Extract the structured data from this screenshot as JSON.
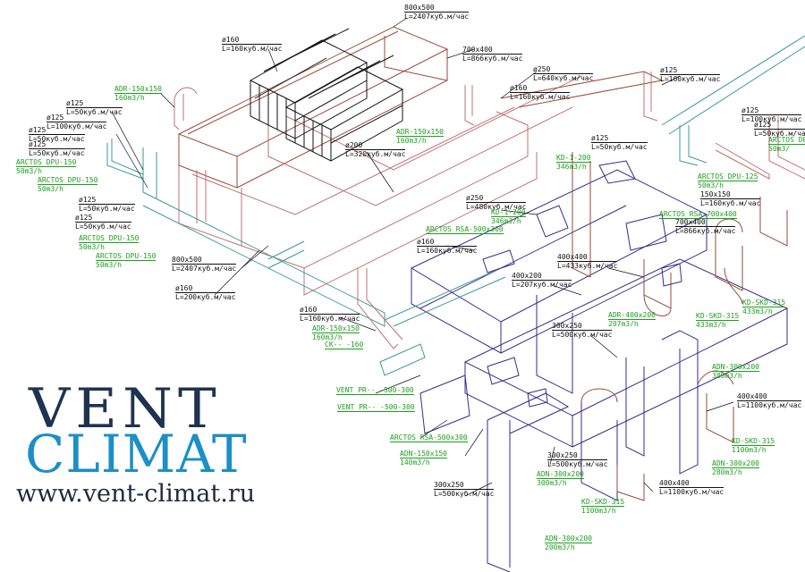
{
  "logo": {
    "line1": "VENT",
    "line2": "CLIMAT",
    "url": "www.vent-climat.ru",
    "colors": {
      "vent": "#1f3350",
      "climat": "#1b8fc6",
      "url": "#1f2a3a"
    }
  },
  "colors": {
    "dimension_label": "#111111",
    "equipment_label": "#1e9e1e",
    "duct_brown": "#9a4a3a",
    "duct_purple": "#3a2a8a",
    "duct_teal": "#3a9a9a",
    "duct_pink": "#c07070",
    "frame_black": "#111111"
  },
  "labels": [
    {
      "id": "a1",
      "t": "k",
      "l1": "800x500",
      "l2": "L=2407куб.м/час"
    },
    {
      "id": "a2",
      "t": "k",
      "l1": "ø160",
      "l2": "L=160куб.м/час"
    },
    {
      "id": "a3",
      "t": "k",
      "l1": "700x400",
      "l2": "L=866куб.м/час"
    },
    {
      "id": "a4",
      "t": "g",
      "l1": "ADR-150x150",
      "l2": "160m3/h"
    },
    {
      "id": "a5",
      "t": "k",
      "l1": "ø250",
      "l2": "L=640куб.м/час"
    },
    {
      "id": "a6",
      "t": "k",
      "l1": "ø160",
      "l2": "L=160куб.м/час"
    },
    {
      "id": "a7",
      "t": "k",
      "l1": "ø125",
      "l2": "L=100куб.м/час"
    },
    {
      "id": "a8",
      "t": "k",
      "l1": "ø125",
      "l2": "L=50куб.м/час"
    },
    {
      "id": "a9",
      "t": "k",
      "l1": "ø125",
      "l2": "L=100куб.м/час"
    },
    {
      "id": "a10",
      "t": "k",
      "l1": "ø125",
      "l2": "L=50куб.м/час"
    },
    {
      "id": "a11",
      "t": "k",
      "l1": "ø125",
      "l2": "L=50куб.м/час"
    },
    {
      "id": "a12",
      "t": "g",
      "l1": "ARCTOS DPU-150",
      "l2": "50m3/h"
    },
    {
      "id": "a13",
      "t": "g",
      "l1": "ARCTOS DPU-150",
      "l2": "50m3/h"
    },
    {
      "id": "a14",
      "t": "k",
      "l1": "ø125",
      "l2": "L=50куб.м/час"
    },
    {
      "id": "a15",
      "t": "k",
      "l1": "ø125",
      "l2": "L=50куб.м/час"
    },
    {
      "id": "a16",
      "t": "g",
      "l1": "ARCTOS DPU-150",
      "l2": "50m3/h"
    },
    {
      "id": "a17",
      "t": "g",
      "l1": "ARCTOS DPU-150",
      "l2": "50m3/h"
    },
    {
      "id": "a18",
      "t": "k",
      "l1": "800x500",
      "l2": "L=2407куб.м/час"
    },
    {
      "id": "a19",
      "t": "k",
      "l1": "ø160",
      "l2": "L=200куб.м/час"
    },
    {
      "id": "a20",
      "t": "k",
      "l1": "ø200",
      "l2": "L=320куб.м/час"
    },
    {
      "id": "a21",
      "t": "g",
      "l1": "ADR-150x150",
      "l2": "160m3/h"
    },
    {
      "id": "a22",
      "t": "k",
      "l1": "ø125",
      "l2": "L=50куб.м/час"
    },
    {
      "id": "a23",
      "t": "g",
      "l1": "KD-1-200",
      "l2": "346m3/h"
    },
    {
      "id": "a24",
      "t": "k",
      "l1": "ø250",
      "l2": "L=480куб.м/час"
    },
    {
      "id": "a25",
      "t": "g",
      "l1": "KD-1-200",
      "l2": "346m3/h"
    },
    {
      "id": "a26",
      "t": "g",
      "l1": "ARCTOS RSA-500x300",
      "l2": ""
    },
    {
      "id": "a27",
      "t": "k",
      "l1": "ø160",
      "l2": "L=160куб.м/час"
    },
    {
      "id": "a28",
      "t": "k",
      "l1": "ø125",
      "l2": "L=100куб.м/час"
    },
    {
      "id": "a29",
      "t": "k",
      "l1": "ø125",
      "l2": "L=50куб.м/час"
    },
    {
      "id": "a30",
      "t": "g",
      "l1": "ARCTOS DPU",
      "l2": "50m3/"
    },
    {
      "id": "a31",
      "t": "g",
      "l1": "ARCTOS DPU-125",
      "l2": "50m3/h"
    },
    {
      "id": "a32",
      "t": "k",
      "l1": "150x150",
      "l2": "L=160куб.м/час"
    },
    {
      "id": "a33",
      "t": "g",
      "l1": "ARCTOS RSA-700x400",
      "l2": ""
    },
    {
      "id": "a34",
      "t": "k",
      "l1": "700x400",
      "l2": "L=866куб.м/час"
    },
    {
      "id": "a35",
      "t": "k",
      "l1": "400x400",
      "l2": "L=433куб.м/час"
    },
    {
      "id": "a36",
      "t": "k",
      "l1": "400x200",
      "l2": "L=207куб.м/час"
    },
    {
      "id": "a37",
      "t": "g",
      "l1": "ADR-400x200",
      "l2": "207m3/h"
    },
    {
      "id": "a38",
      "t": "g",
      "l1": "KD-SKD-315",
      "l2": "433m3/h"
    },
    {
      "id": "a39",
      "t": "g",
      "l1": "KD-SKD-315",
      "l2": "433m3/h"
    },
    {
      "id": "a40",
      "t": "k",
      "l1": "ø160",
      "l2": "L=160куб.м/час"
    },
    {
      "id": "a41",
      "t": "g",
      "l1": "ADR-150x150",
      "l2": "160m3/h"
    },
    {
      "id": "a42",
      "t": "g",
      "l1": "CK-- -160",
      "l2": ""
    },
    {
      "id": "a43",
      "t": "k",
      "l1": "300x250",
      "l2": "L=500куб.м/час"
    },
    {
      "id": "a44",
      "t": "g",
      "l1": "ADN-300x200",
      "l2": "380m3/h"
    },
    {
      "id": "a45",
      "t": "g",
      "l1": "VENT PR-- -500-300",
      "l2": ""
    },
    {
      "id": "a46",
      "t": "g",
      "l1": "VENT PR-- -500-300",
      "l2": ""
    },
    {
      "id": "a47",
      "t": "k",
      "l1": "400x400",
      "l2": "L=1100куб.м/час"
    },
    {
      "id": "a48",
      "t": "g",
      "l1": "ARCTOS RSA-500x300",
      "l2": ""
    },
    {
      "id": "a49",
      "t": "g",
      "l1": "KD-SKD-315",
      "l2": "1100m3/h"
    },
    {
      "id": "a50",
      "t": "g",
      "l1": "ADN-150x150",
      "l2": "140m3/h"
    },
    {
      "id": "a51",
      "t": "k",
      "l1": "300x250",
      "l2": "L=500куб.м/час"
    },
    {
      "id": "a52",
      "t": "g",
      "l1": "ADN-300x200",
      "l2": "280m3/h"
    },
    {
      "id": "a53",
      "t": "g",
      "l1": "ADN-300x200",
      "l2": "300m3/h"
    },
    {
      "id": "a54",
      "t": "k",
      "l1": "400x400",
      "l2": "L=1100куб.м/час"
    },
    {
      "id": "a55",
      "t": "k",
      "l1": "300x250",
      "l2": "L=500куб.м/час"
    },
    {
      "id": "a56",
      "t": "g",
      "l1": "KD-SKD-315",
      "l2": "1100m3/h"
    },
    {
      "id": "a57",
      "t": "g",
      "l1": "ADN-300x200",
      "l2": "200m3/h"
    }
  ]
}
